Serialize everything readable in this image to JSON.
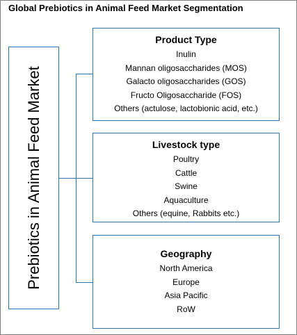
{
  "title": "Global Prebiotics in Animal Feed Market Segmentation",
  "root": {
    "label": "Prebiotics in Animal Feed Market"
  },
  "segments": [
    {
      "title": "Product Type",
      "items": [
        "Inulin",
        "Mannan oligosaccharides (MOS)",
        "Galacto oligosaccharides (GOS)",
        "Fructo Oligosaccharide (FOS)",
        "Others (actulose, lactobionic acid, etc.)"
      ]
    },
    {
      "title": "Livestock type",
      "items": [
        "Poultry",
        "Cattle",
        "Swine",
        "Aquaculture",
        "Others (equine, Rabbits etc.)"
      ]
    },
    {
      "title": "Geography",
      "items": [
        "North America",
        "Europe",
        "Asia Pacific",
        "RoW"
      ]
    }
  ],
  "colors": {
    "box_border": "#2e75b6",
    "frame_border": "#7f7f7f",
    "text": "#000000"
  }
}
